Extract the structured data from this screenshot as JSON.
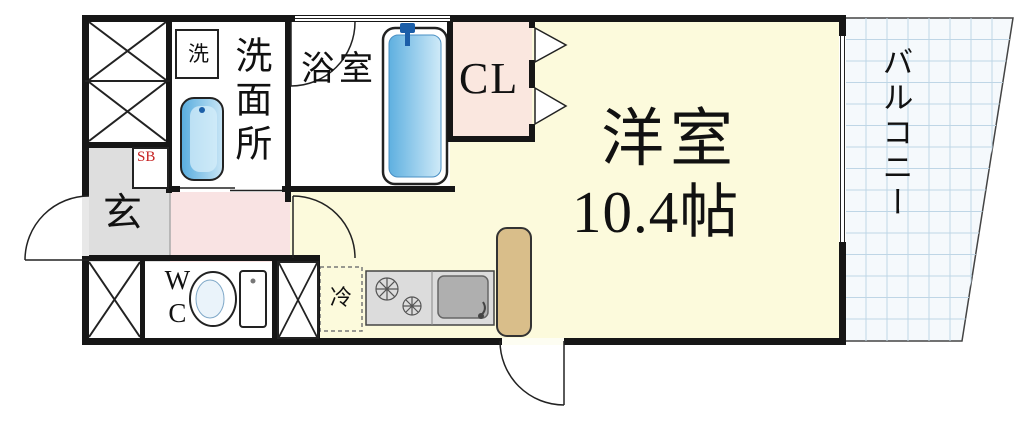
{
  "floorplan": {
    "labels": {
      "washroom": "洗面所",
      "washer": "洗",
      "bathroom": "浴室",
      "closet": "CL",
      "main_room": "洋室",
      "main_room_size": "10.4帖",
      "balcony": "バルコニー",
      "entrance": "玄",
      "wc": "WC",
      "fridge": "冷",
      "shoe_box": "SB"
    },
    "colors": {
      "main_room_floor": "#FCFADC",
      "hallway_floor": "#F9E3E3",
      "closet_floor": "#FAE7DF",
      "entrance_floor": "#DEDEDE",
      "water_blue": "#6FBCE6",
      "counter_tan": "#D9BE8A",
      "wall": "#161616",
      "balcony_grid": "#BFD6E6",
      "shoe_box_text": "#C62222"
    }
  }
}
